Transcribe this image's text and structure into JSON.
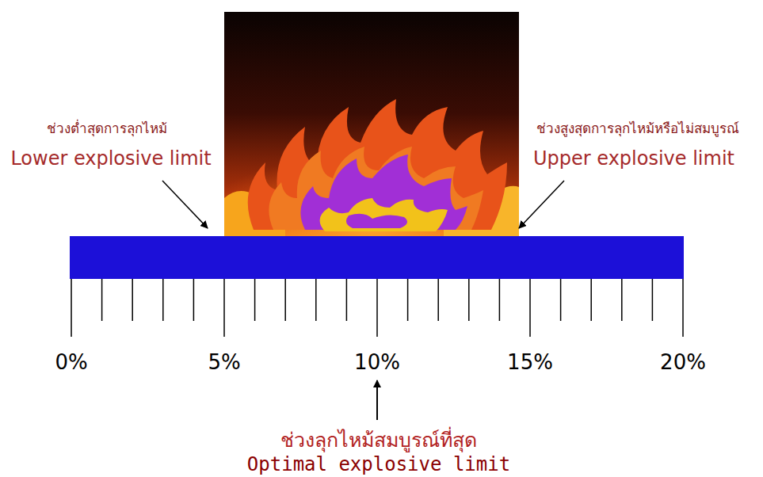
{
  "diagram": {
    "labels": [
      "ช่วงต่ำสุดการลุกไหม้",
      "Lower explosive limit",
      "ช่วงสูงสุดการลุกไหม้หรือไม่สมบูรณ์",
      "Upper explosive limit",
      "0%",
      "5%",
      "10%",
      "15%",
      "20%",
      "ช่วงลุกไหม้สมบูรณ์ที่สุด",
      "Optimal explosive limit"
    ]
  }
}
